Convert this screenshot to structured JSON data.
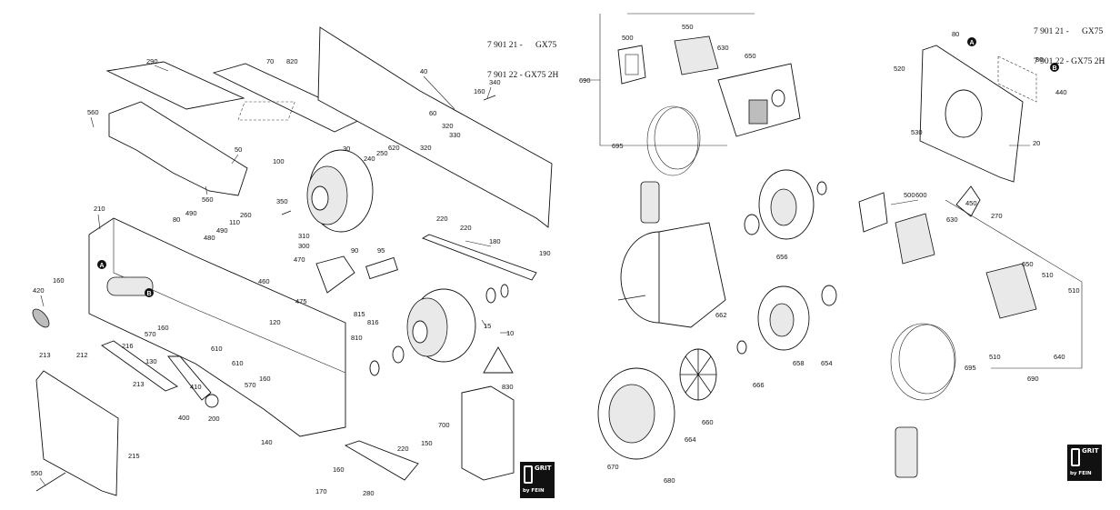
{
  "header_left": {
    "line1": "7 901 21 -      GX75",
    "line2": "7 901 22 - GX75 2H"
  },
  "header_right": {
    "line1": "7 901 21 -      GX75",
    "line2": "7 901 22 - GX75 2H"
  },
  "logo": {
    "word": "GRIT",
    "by": "by FEIN"
  },
  "callouts_left": [
    "290",
    "70",
    "820",
    "40",
    "340",
    "160",
    "560",
    "60",
    "330",
    "320",
    "320",
    "50",
    "30",
    "620",
    "250",
    "240",
    "100",
    "560",
    "350",
    "210",
    "80",
    "490",
    "480",
    "490",
    "110",
    "260",
    "220",
    "220",
    "180",
    "310",
    "300",
    "90",
    "95",
    "190",
    "420",
    "160",
    "470",
    "460",
    "475",
    "120",
    "815",
    "816",
    "810",
    "15",
    "10",
    "570",
    "160",
    "213",
    "212",
    "216",
    "130",
    "610",
    "610",
    "570",
    "160",
    "213",
    "410",
    "400",
    "200",
    "140",
    "220",
    "150",
    "700",
    "830",
    "215",
    "550",
    "160",
    "170",
    "280"
  ],
  "callouts_right": [
    "500",
    "550",
    "630",
    "650",
    "690",
    "695",
    "600",
    "656",
    "662",
    "664",
    "660",
    "666",
    "658",
    "654",
    "670",
    "680",
    "80",
    "80",
    "520",
    "440",
    "530",
    "20",
    "500",
    "630",
    "450",
    "270",
    "650",
    "510",
    "510",
    "510",
    "640",
    "690",
    "695"
  ],
  "markers": [
    "A",
    "B",
    "A",
    "B"
  ]
}
